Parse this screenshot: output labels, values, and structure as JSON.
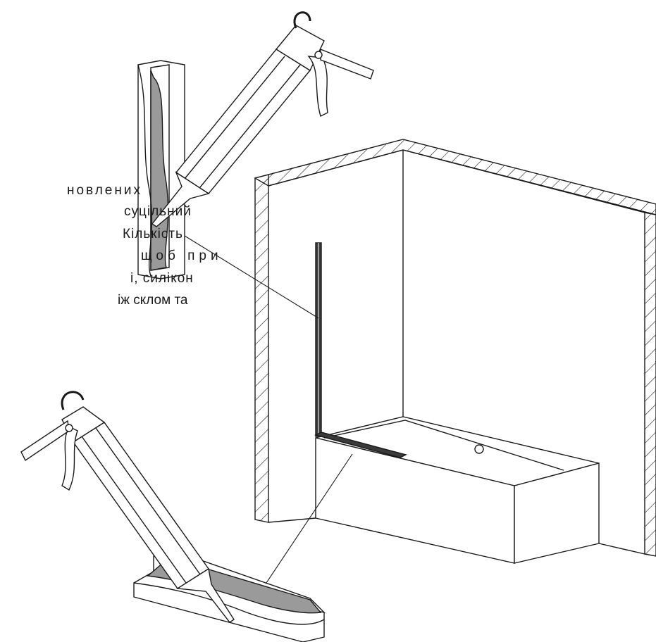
{
  "text_lines": [
    "новлених",
    "суцільний",
    "Кількість",
    "щоб при",
    "і, силікон",
    "іж склом та"
  ],
  "colors": {
    "line": "#1a1a1a",
    "silicone_fill": "#9a9a9a",
    "cartridge_fill": "#ffffff",
    "background": "#ffffff"
  }
}
